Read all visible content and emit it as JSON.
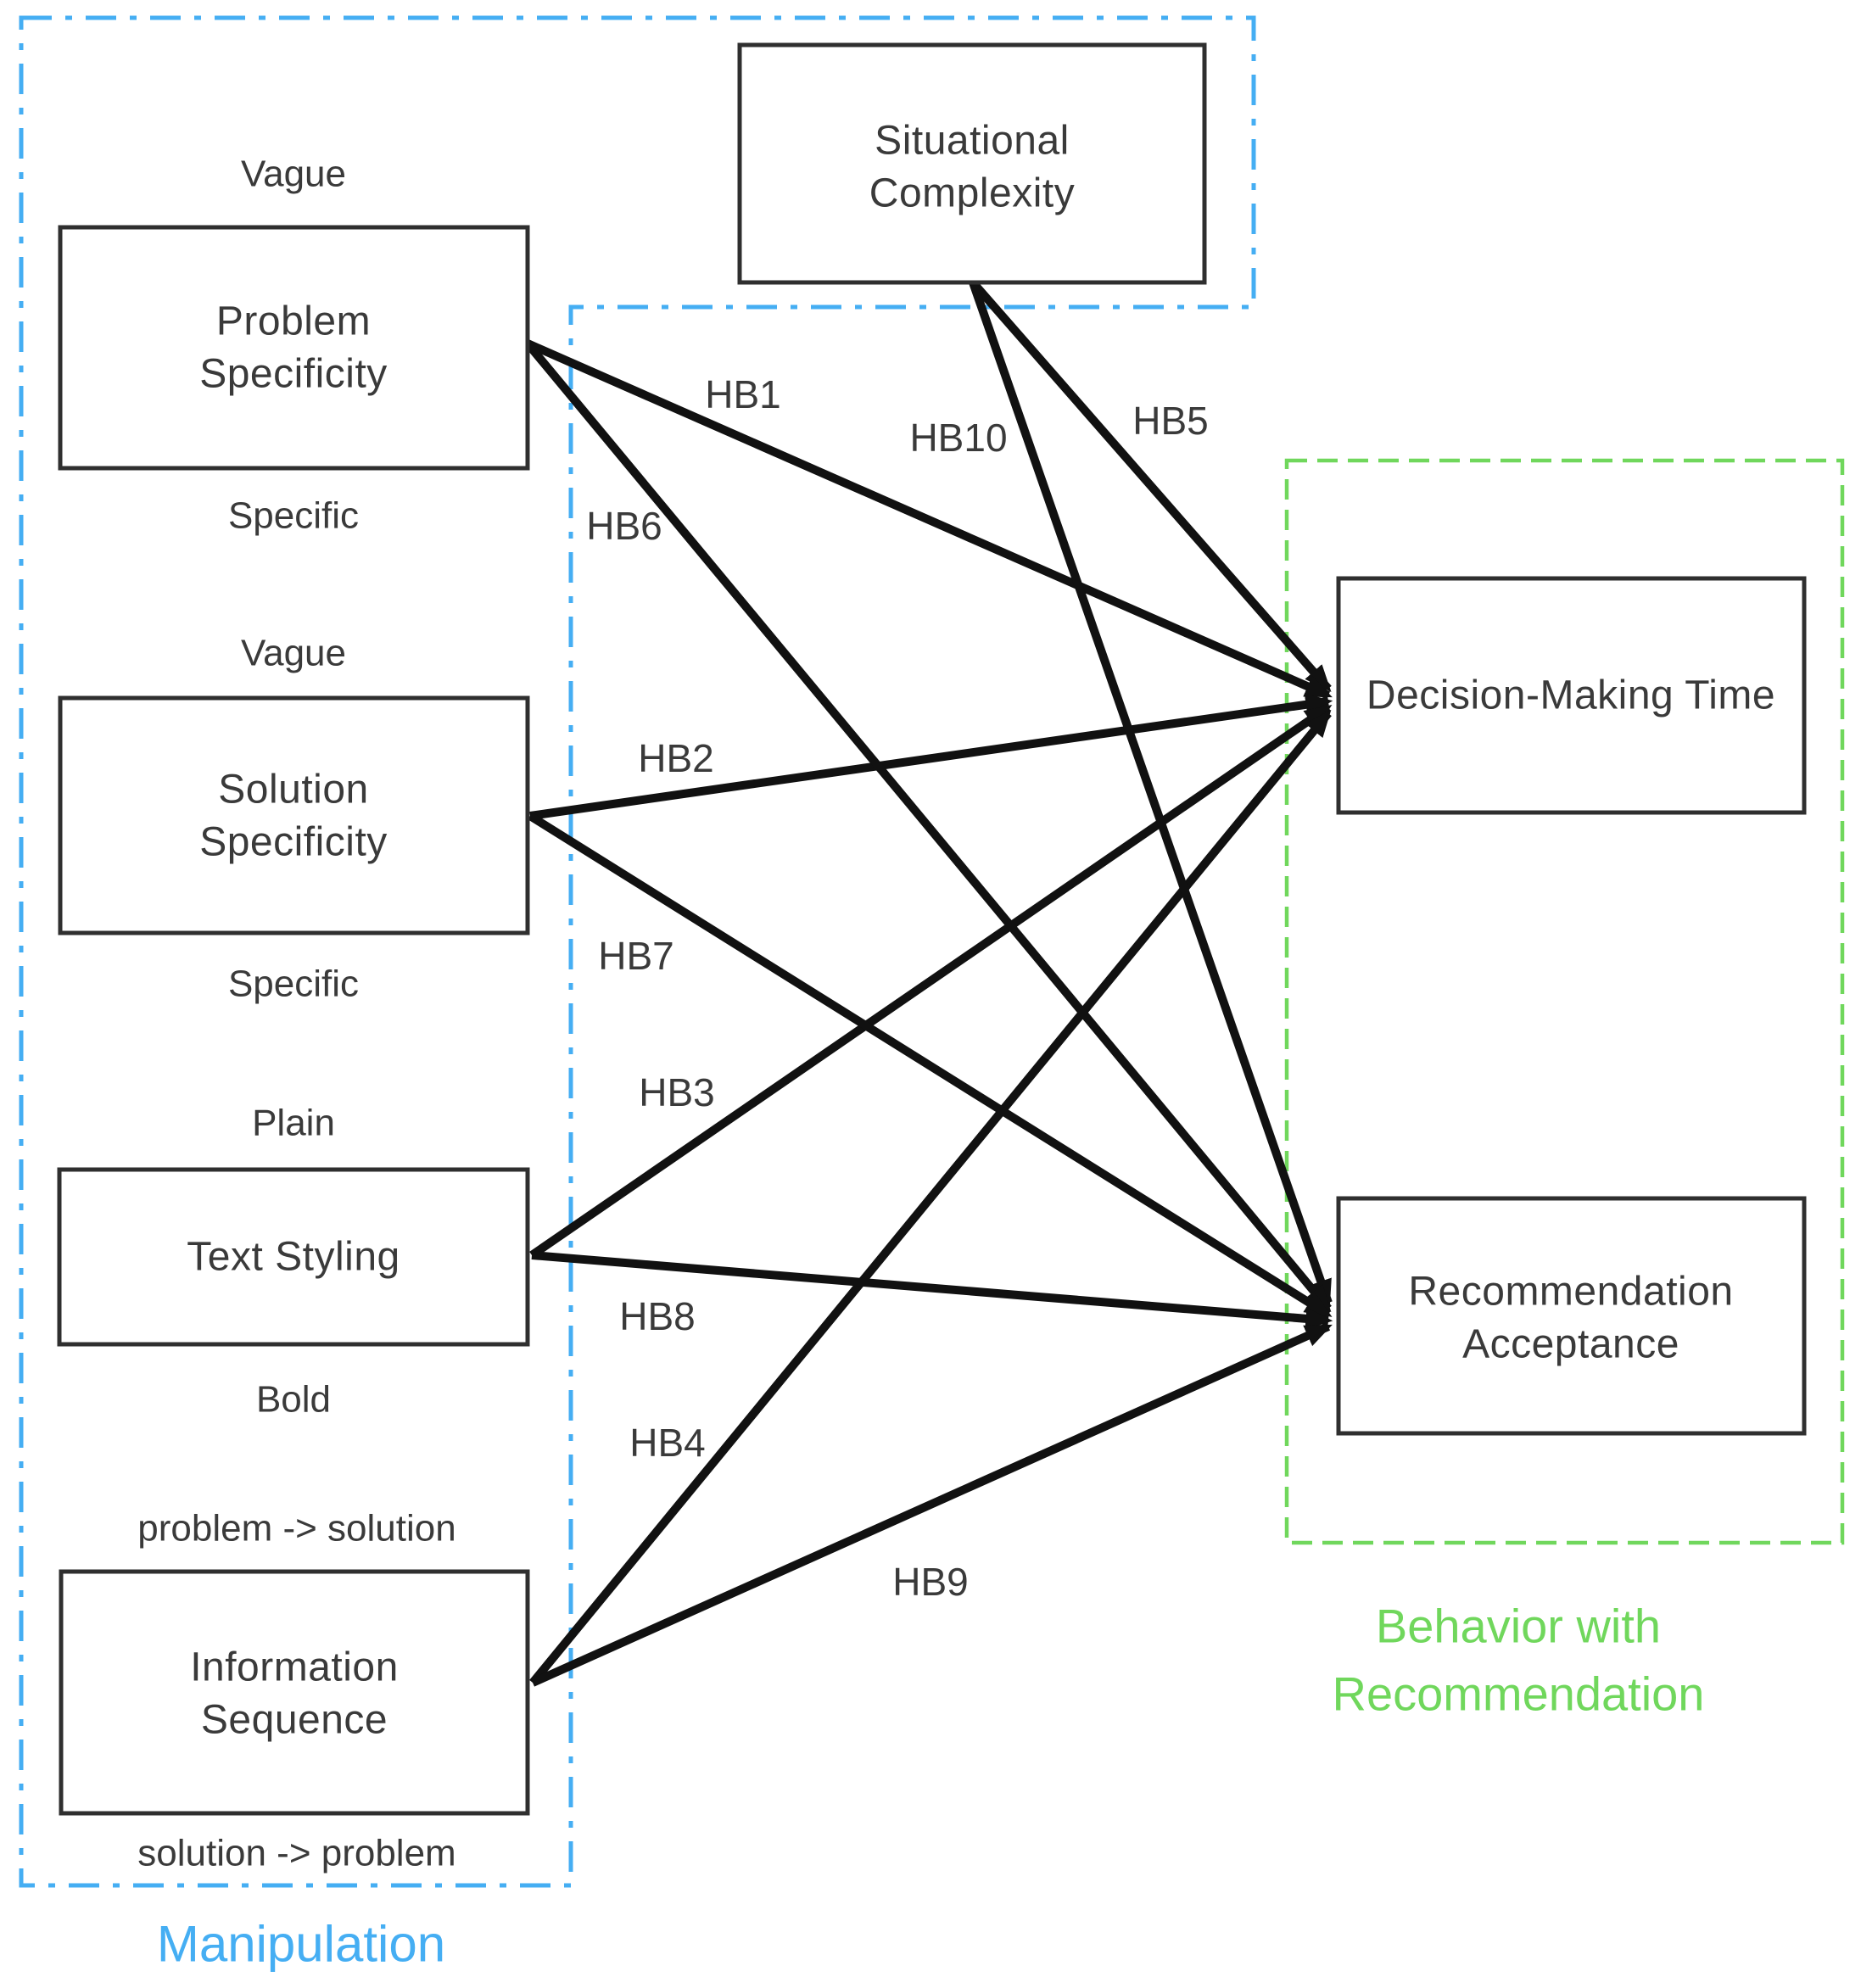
{
  "diagram": {
    "type": "path-model",
    "groups": {
      "manipulation": {
        "label": "Manipulation",
        "color": "#45aef3"
      },
      "behavior": {
        "label_line1": "Behavior with",
        "label_line2": "Recommendation",
        "color": "#70d75c"
      }
    },
    "nodes": {
      "situational_complexity": {
        "line1": "Situational",
        "line2": "Complexity"
      },
      "problem_specificity": {
        "line1": "Problem",
        "line2": "Specificity",
        "top_label": "Vague",
        "bottom_label": "Specific"
      },
      "solution_specificity": {
        "line1": "Solution",
        "line2": "Specificity",
        "top_label": "Vague",
        "bottom_label": "Specific"
      },
      "text_styling": {
        "line1": "Text Styling",
        "top_label": "Plain",
        "bottom_label": "Bold"
      },
      "information_sequence": {
        "line1": "Information",
        "line2": "Sequence",
        "top_label": "problem -> solution",
        "bottom_label": "solution -> problem"
      },
      "decision_making_time": {
        "line1": "Decision-Making Time"
      },
      "recommendation_acceptance": {
        "line1": "Recommendation",
        "line2": "Acceptance"
      }
    },
    "edges": {
      "hb1": {
        "label": "HB1",
        "from": "problem_specificity",
        "to": "decision_making_time"
      },
      "hb2": {
        "label": "HB2",
        "from": "solution_specificity",
        "to": "decision_making_time"
      },
      "hb3": {
        "label": "HB3",
        "from": "text_styling",
        "to": "decision_making_time"
      },
      "hb4": {
        "label": "HB4",
        "from": "information_sequence",
        "to": "decision_making_time"
      },
      "hb5": {
        "label": "HB5",
        "from": "situational_complexity",
        "to": "decision_making_time"
      },
      "hb6": {
        "label": "HB6",
        "from": "problem_specificity",
        "to": "recommendation_acceptance"
      },
      "hb7": {
        "label": "HB7",
        "from": "solution_specificity",
        "to": "recommendation_acceptance"
      },
      "hb8": {
        "label": "HB8",
        "from": "text_styling",
        "to": "recommendation_acceptance"
      },
      "hb9": {
        "label": "HB9",
        "from": "information_sequence",
        "to": "recommendation_acceptance"
      },
      "hb10": {
        "label": "HB10",
        "from": "situational_complexity",
        "to": "recommendation_acceptance"
      }
    },
    "colors": {
      "arrow": "#111111",
      "box_border": "#2f2f2f",
      "text": "#3a3a3a",
      "manipulation_region": "#45aef3",
      "behavior_region": "#70d75c",
      "background": "#ffffff"
    }
  }
}
